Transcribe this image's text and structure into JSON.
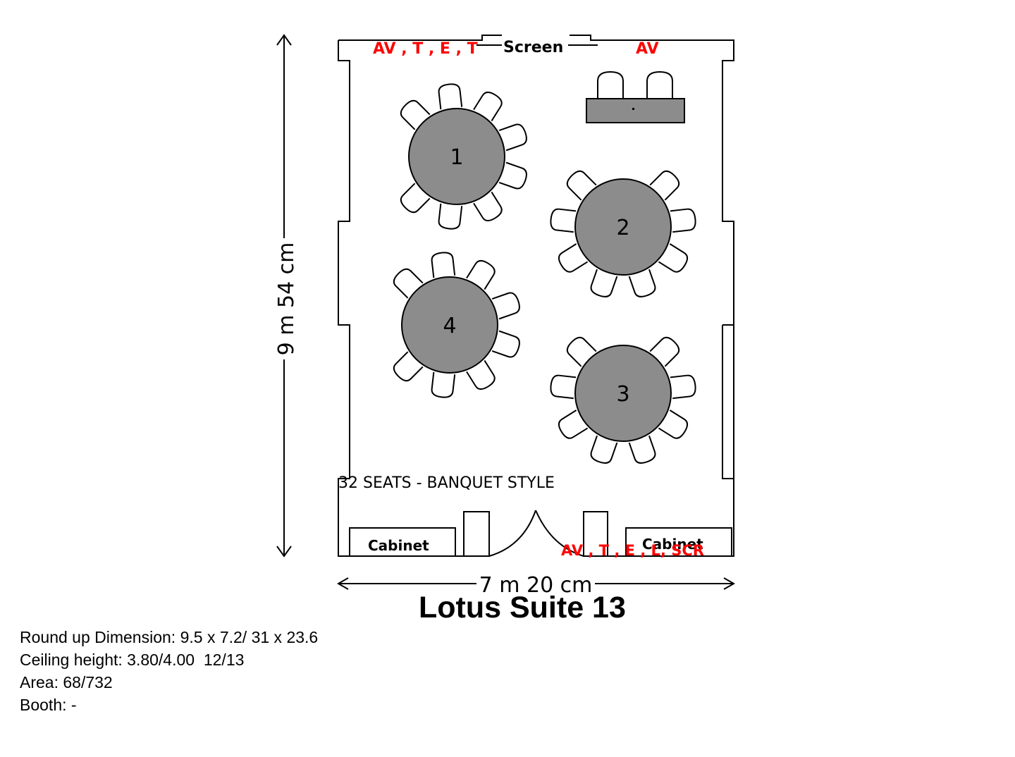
{
  "plan": {
    "room_name": "Lotus Suite 13",
    "height_dimension": "9 m 54 cm",
    "width_dimension": "7 m 20 cm",
    "screen_label": "Screen",
    "av_label_left": "AV , T , E , T",
    "av_label_right": "AV",
    "av_label_bottom": "AV , T , E , L, SCR",
    "seating_note": "32 SEATS - BANQUET STYLE",
    "cabinet_left": "Cabinet",
    "cabinet_right": "Cabinet",
    "tables": [
      {
        "number": "1",
        "chairs": 8
      },
      {
        "number": "2",
        "chairs": 8
      },
      {
        "number": "3",
        "chairs": 8
      },
      {
        "number": "4",
        "chairs": 8
      }
    ],
    "colors": {
      "table_fill": "#8c8c8c",
      "outline": "#000000",
      "accent_red": "#ff0000",
      "background": "#ffffff"
    }
  },
  "info": {
    "dimension": "Round up Dimension: 9.5 x 7.2/ 31 x 23.6",
    "ceiling": "Ceiling height: 3.80/4.00  12/13",
    "area": "Area: 68/732",
    "booth": "Booth: -"
  }
}
